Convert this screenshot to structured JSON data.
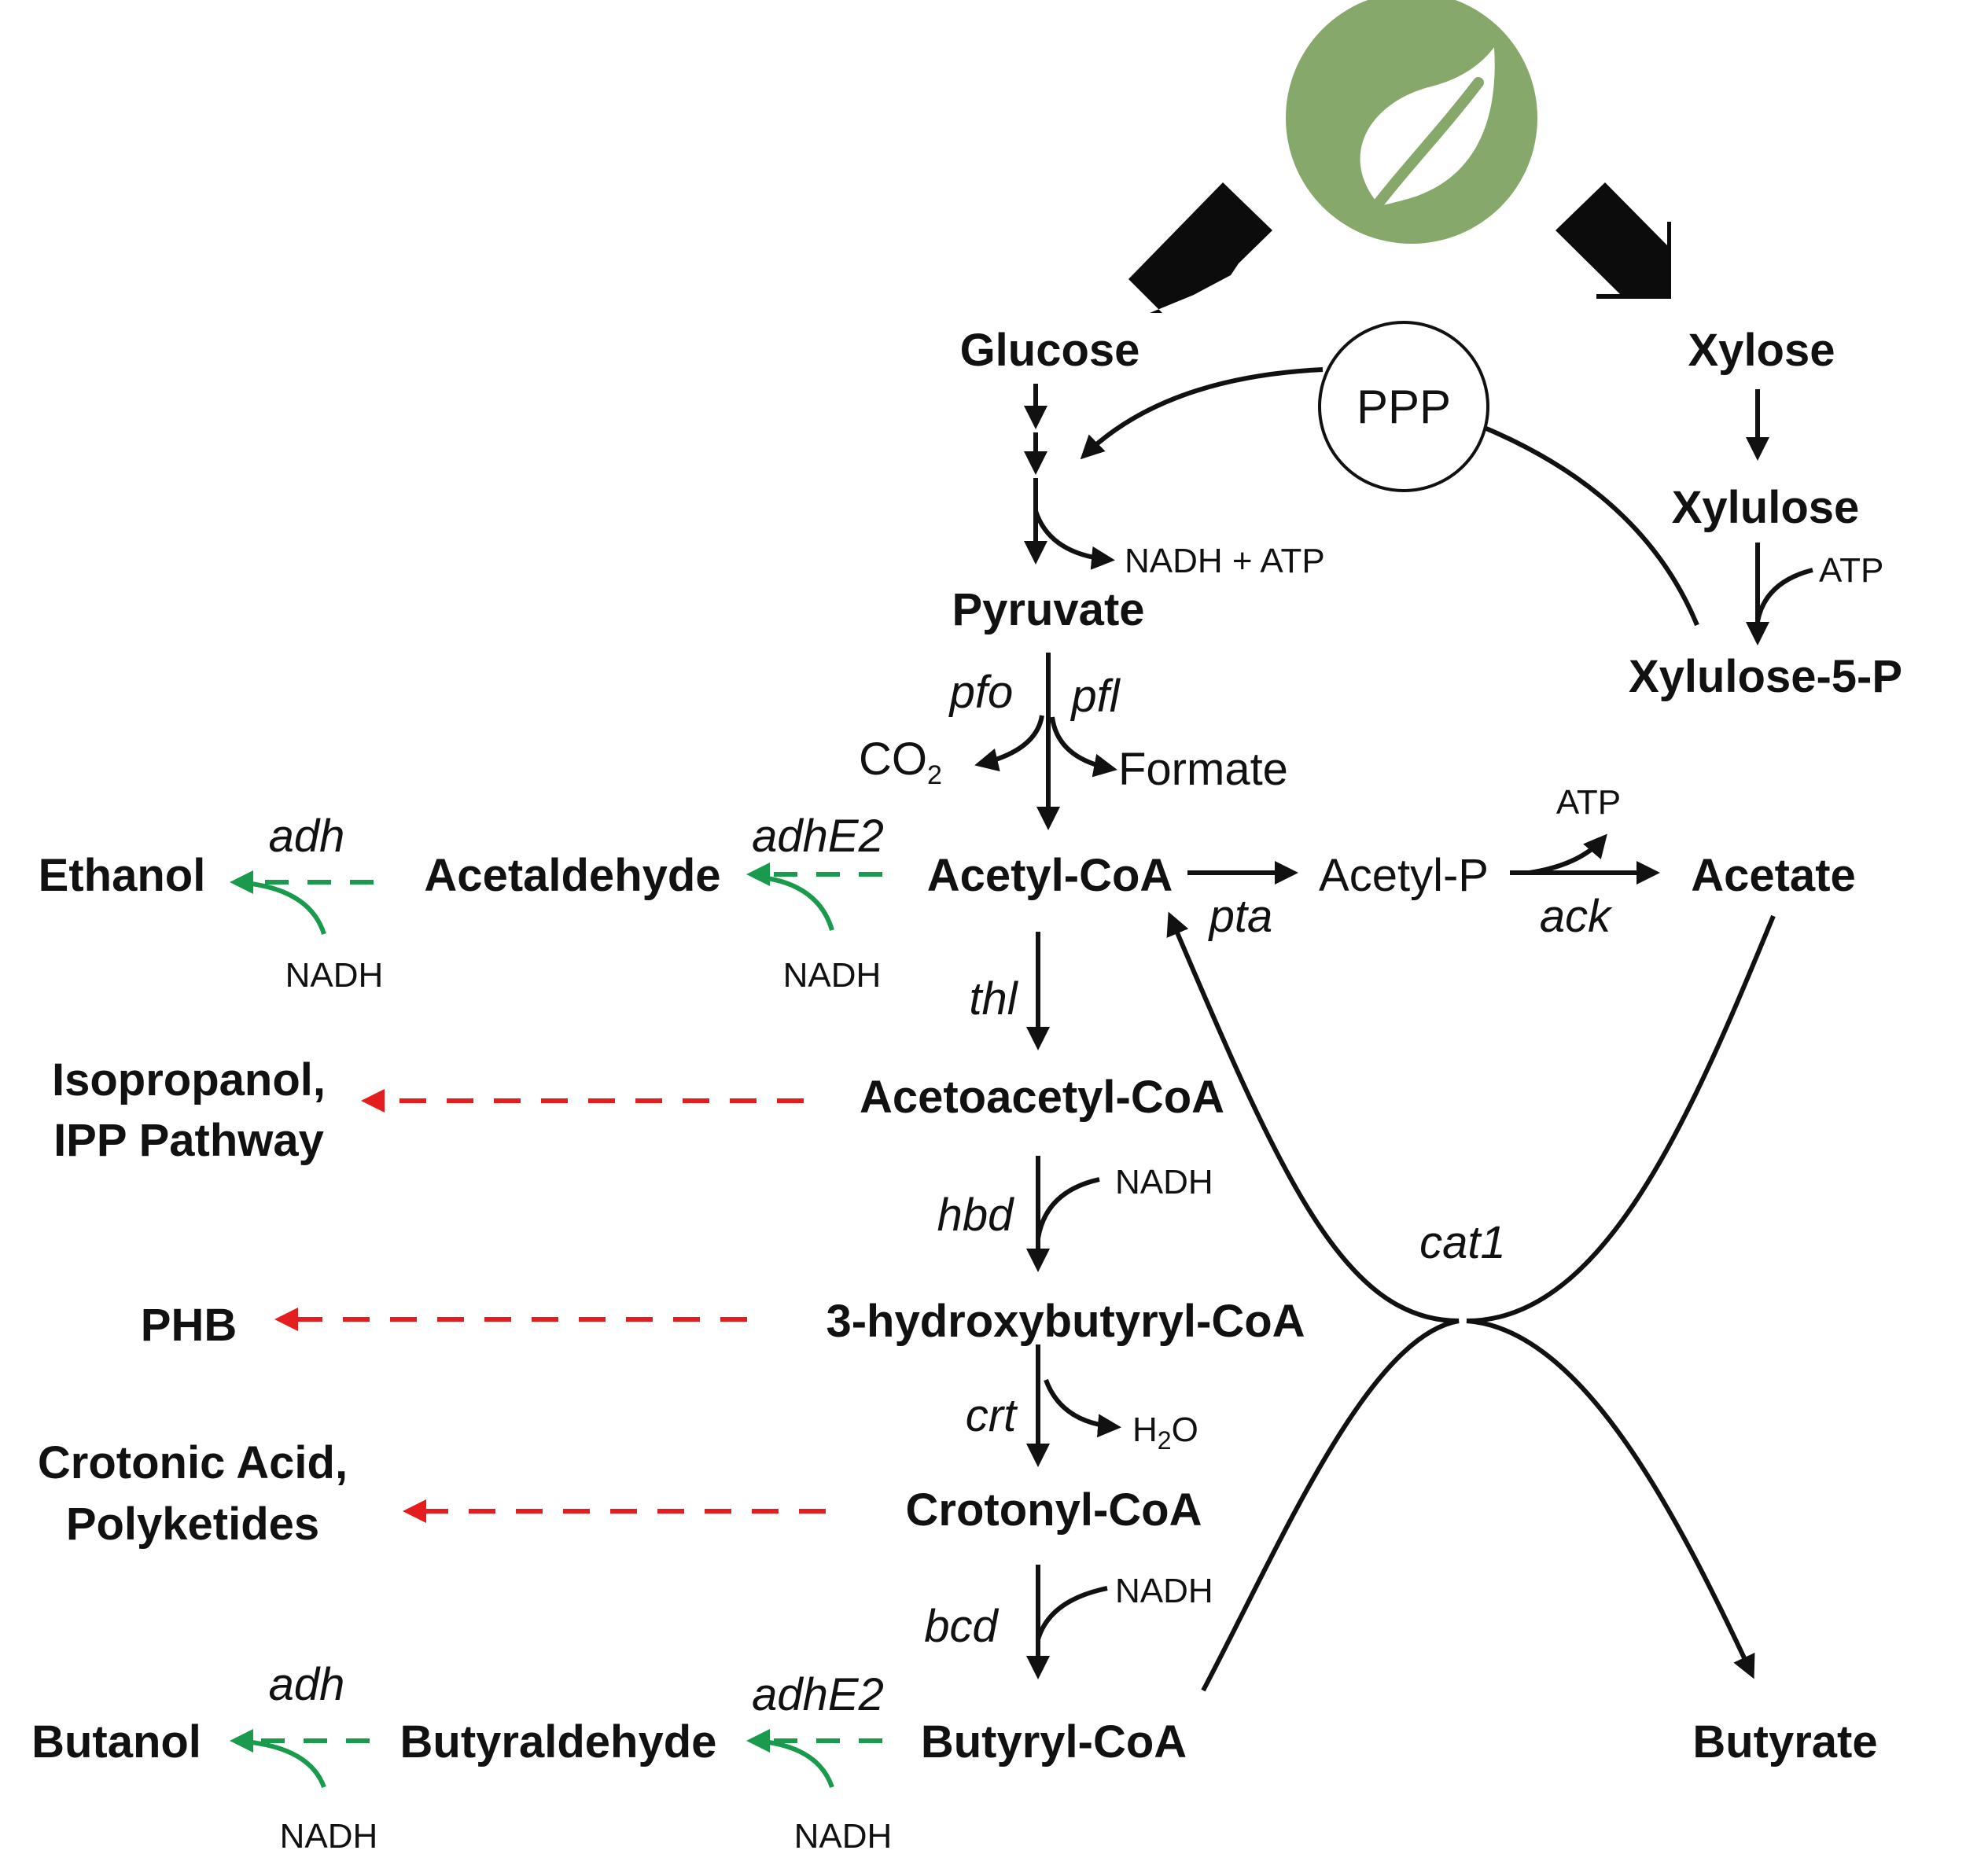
{
  "colors": {
    "leaf_circle": "#86a86b",
    "leaf": "#ffffff",
    "main_arrows": "#111111",
    "solvent_arrows": "#1a9a4c",
    "product_arrows": "#e41e1e"
  },
  "icons": {
    "biomass": "leaf-icon"
  },
  "metabolites": {
    "glucose": "Glucose",
    "xylose": "Xylose",
    "xylulose": "Xylulose",
    "xylulose5p": "Xylulose-5-P",
    "pyruvate": "Pyruvate",
    "acetyl_coa": "Acetyl-CoA",
    "acetyl_p": "Acetyl-P",
    "acetate": "Acetate",
    "acetaldehyde": "Acetaldehyde",
    "ethanol": "Ethanol",
    "acetoacetyl_coa": "Acetoacetyl-CoA",
    "hydroxybutyryl_coa": "3-hydroxybutyryl-CoA",
    "crotonyl_coa": "Crotonyl-CoA",
    "butyryl_coa": "Butyryl-CoA",
    "butyraldehyde": "Butyraldehyde",
    "butanol": "Butanol",
    "butyrate": "Butyrate"
  },
  "products": {
    "isopropanol_1": "Isopropanol,",
    "isopropanol_2": "IPP Pathway",
    "phb": "PHB",
    "crotonic_1": "Crotonic Acid,",
    "crotonic_2": "Polyketides"
  },
  "enzymes": {
    "pfo": "pfo",
    "pfl": "pfl",
    "pta": "pta",
    "ack": "ack",
    "adh_top": "adh",
    "adhE2_top": "adhE2",
    "thl": "thl",
    "hbd": "hbd",
    "crt": "crt",
    "bcd": "bcd",
    "adh_bottom": "adh",
    "adhE2_bottom": "adhE2",
    "cat1": "cat1"
  },
  "cofactors": {
    "nadh_atp": "NADH + ATP",
    "atp_xyl": "ATP",
    "co2": "CO",
    "co2_sub": "2",
    "formate": "Formate",
    "atp_ack": "ATP",
    "nadh_ethanol": "NADH",
    "nadh_acetaldehyde": "NADH",
    "nadh_hbd": "NADH",
    "h2o_h": "H",
    "h2o_sub": "2",
    "h2o_o": "O",
    "nadh_bcd": "NADH",
    "nadh_butanol": "NADH",
    "nadh_butyraldehyde": "NADH"
  },
  "ppp": "PPP"
}
